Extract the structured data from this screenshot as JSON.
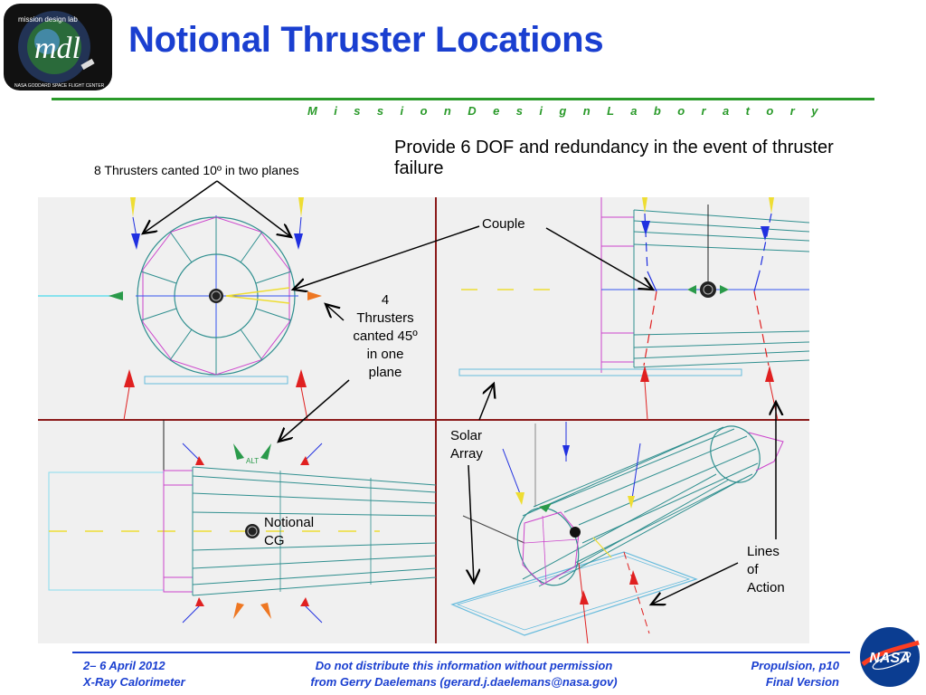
{
  "header": {
    "title": "Notional Thruster Locations",
    "subtitle": "M i s s i o n   D e s i g n   L a b o r a t o r y",
    "logo_text": "mdl",
    "logo_ring_top": "mission design lab",
    "logo_ring_bottom": "NASA GODDARD SPACE FLIGHT CENTER"
  },
  "notes": {
    "six_dof": "Provide 6 DOF and redundancy in the event of thruster failure",
    "eight_thrusters": "8 Thrusters canted 10º in two planes",
    "couple": "Couple",
    "four_thrusters": [
      "4",
      "Thrusters",
      "canted 45º",
      "in one",
      "plane"
    ],
    "solar_array": [
      "Solar",
      "Array"
    ],
    "notional_cg": [
      "Notional",
      "CG"
    ],
    "lines_of_action": [
      "Lines",
      "of",
      "Action"
    ],
    "alt": "ALT"
  },
  "footer": {
    "date": "2– 6 April 2012",
    "mission": "X-Ray Calorimeter",
    "notice_line1": "Do not distribute this information without permission",
    "notice_line2": "from Gerry Daelemans (gerard.j.daelemans@nasa.gov)",
    "page": "Propulsion, p10",
    "version": "Final Version",
    "nasa_logo": "NASA"
  },
  "colors": {
    "title": "#1a3fd0",
    "accent_green": "#2a9a2a",
    "panel_bg": "#f0f0f0",
    "panel_divider": "#8b1a1a",
    "wire_teal": "#2f8f8f",
    "wire_magenta": "#cc44cc",
    "thruster_blue": "#2030e0",
    "thruster_red": "#e02020",
    "solar_array": "#66bbdd"
  }
}
